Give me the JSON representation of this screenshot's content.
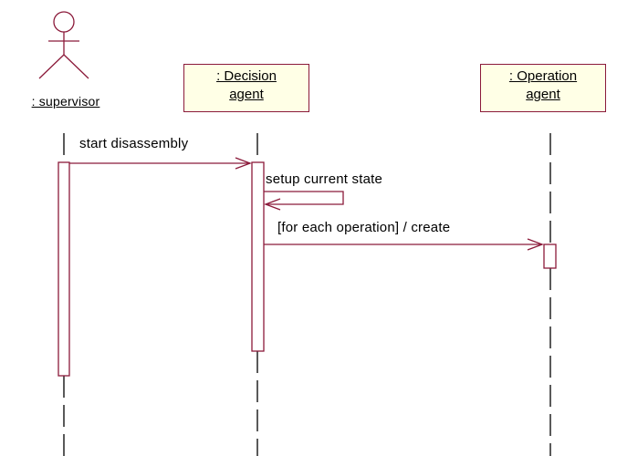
{
  "actor": {
    "label": ": supervisor",
    "icon": "stick-figure-icon"
  },
  "objects": [
    {
      "line1": ": Decision",
      "line2": "agent"
    },
    {
      "line1": ": Operation",
      "line2": "agent"
    }
  ],
  "messages": [
    {
      "label": "start disassembly",
      "from": ": supervisor",
      "to": ": Decision agent"
    },
    {
      "label": "setup current state",
      "from": ": Decision agent",
      "to": ": Decision agent"
    },
    {
      "label": "[for each operation] / create",
      "from": ": Decision agent",
      "to": ": Operation agent"
    }
  ],
  "colors": {
    "line": "#8b1a3a",
    "activation_fill": "#ffffff",
    "object_fill": "#ffffe6",
    "lifeline": "#000000"
  }
}
